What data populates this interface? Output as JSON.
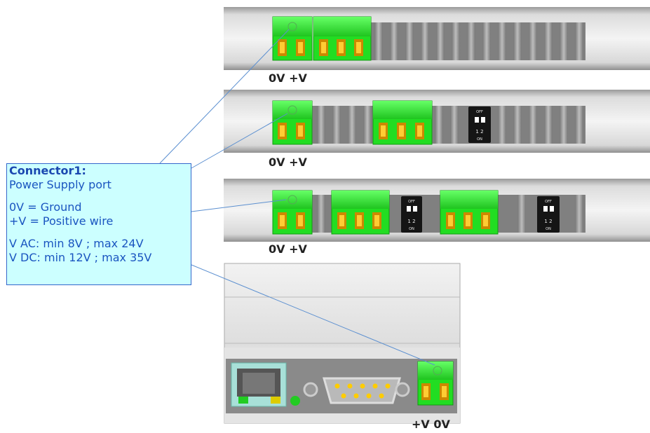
{
  "callout": {
    "title": "Connector1:",
    "subtitle": "Power Supply port",
    "lines_a": [
      "0V = Ground",
      "+V = Positive wire"
    ],
    "lines_b": [
      "V AC: min 8V ; max 24V",
      "V DC: min 12V ; max 35V"
    ]
  },
  "labels": {
    "module1": "0V +V",
    "module2": "0V +V",
    "module3": "0V +V",
    "module4": "+V 0V"
  },
  "dip_switch": {
    "off": "OFF",
    "on": "ON",
    "pins": "1 2"
  },
  "colors": {
    "terminal_green": "#22dd22",
    "callout_fill": "#ccffff",
    "callout_border": "#3366cc",
    "leader_line": "#5588cc"
  }
}
